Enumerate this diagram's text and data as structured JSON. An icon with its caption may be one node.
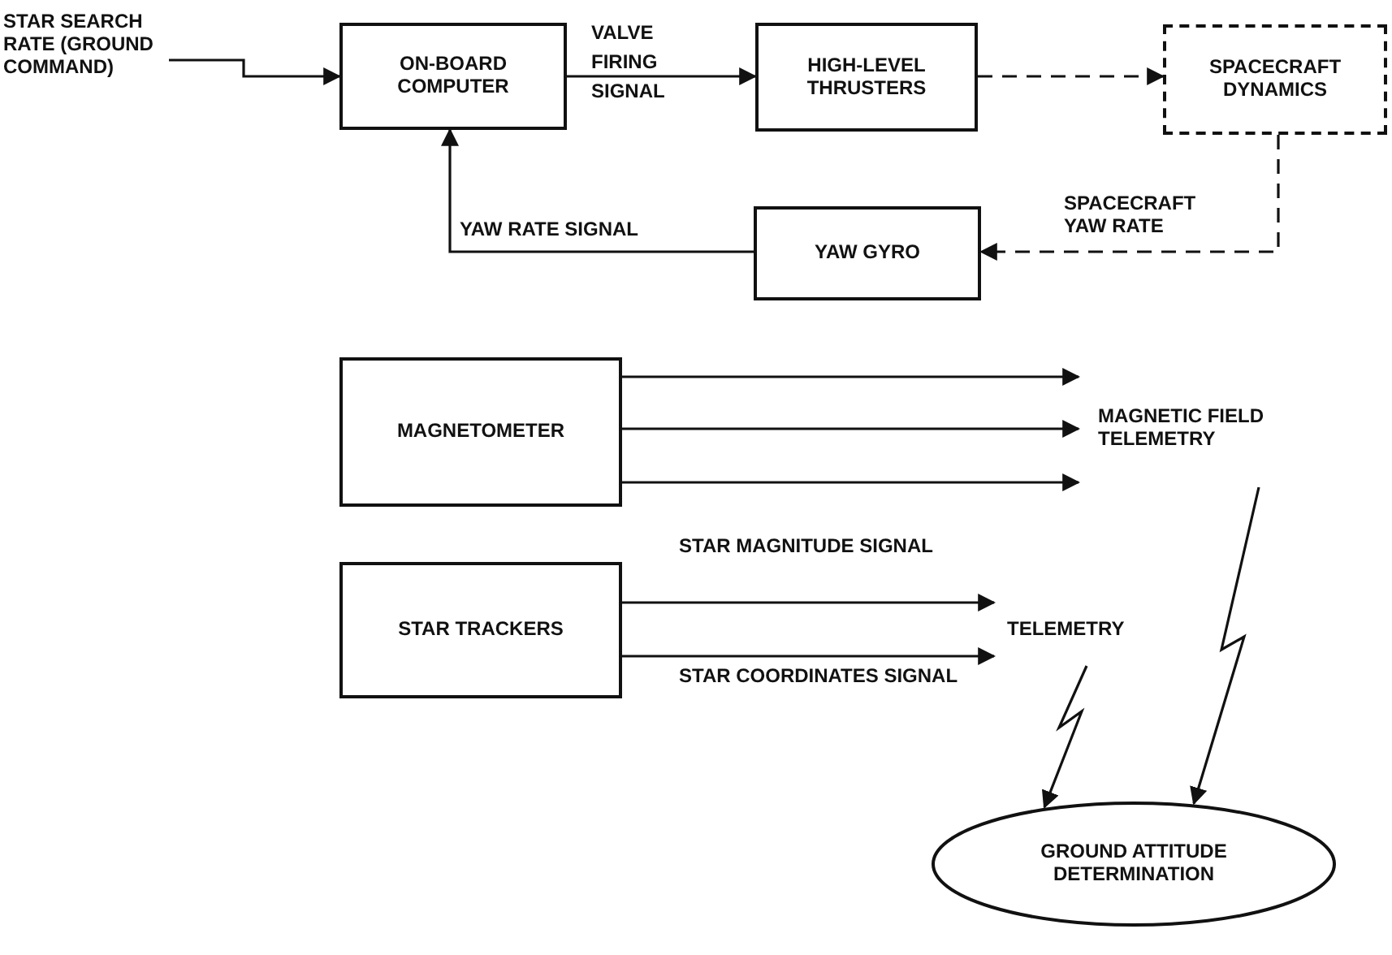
{
  "diagram": {
    "nodes": [
      {
        "text": [
          "STAR SEARCH RATE (GROUND COMMAND)"
        ]
      },
      {
        "text": [
          "ON-BOARD COMPUTER"
        ]
      },
      {
        "text": [
          "HIGH-LEVEL THRUSTERS"
        ]
      },
      {
        "text": [
          "SPACECRAFT DYNAMICS"
        ]
      },
      {
        "text": [
          "YAW GYRO"
        ]
      },
      {
        "text": [
          "MAGNETOMETER"
        ]
      },
      {
        "text": [
          "MAGNETIC FIELD TELEMETRY"
        ]
      },
      {
        "text": [
          "STAR TRACKERS"
        ]
      },
      {
        "text": [
          "TELEMETRY"
        ]
      },
      {
        "text": [
          "GROUND ATTITUDE DETERMINATION"
        ]
      }
    ],
    "edges": [
      {
        "from": 0,
        "to": 1,
        "arrow": "to"
      },
      {
        "from": 1,
        "to": 2,
        "arrow": "to",
        "label": "VALVE FIRING SIGNAL"
      },
      {
        "from": 2,
        "to": 3,
        "arrow": "to",
        "style": "dashed"
      },
      {
        "from": 3,
        "to": 4,
        "arrow": "to",
        "style": "dashed",
        "label": "SPACECRAFT YAW RATE"
      },
      {
        "from": 4,
        "to": 1,
        "arrow": "to",
        "label": "YAW RATE SIGNAL"
      },
      {
        "from": 5,
        "to": 6,
        "arrow": "to"
      },
      {
        "from": 5,
        "to": 6,
        "arrow": "to"
      },
      {
        "from": 5,
        "to": 6,
        "arrow": "to"
      },
      {
        "from": 7,
        "to": 8,
        "arrow": "to",
        "label": "STAR MAGNITUDE SIGNAL"
      },
      {
        "from": 7,
        "to": 8,
        "arrow": "to",
        "label": "STAR COORDINATES SIGNAL"
      },
      {
        "from": 8,
        "to": 9,
        "arrow": "to"
      },
      {
        "from": 6,
        "to": 9,
        "arrow": "to"
      }
    ]
  }
}
